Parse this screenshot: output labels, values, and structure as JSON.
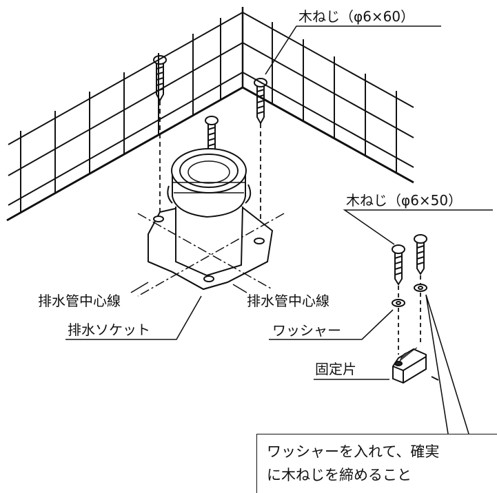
{
  "labels": {
    "screw_60": "木ねじ（φ6×60）",
    "screw_50": "木ねじ（φ6×50）",
    "centerline_left": "排水管中心線",
    "centerline_right": "排水管中心線",
    "drain_socket": "排水ソケット",
    "washer": "ワッシャー",
    "fixing_piece": "固定片"
  },
  "note": {
    "line1": "ワッシャーを入れて、確実",
    "line2": "に木ねじを締めること"
  }
}
